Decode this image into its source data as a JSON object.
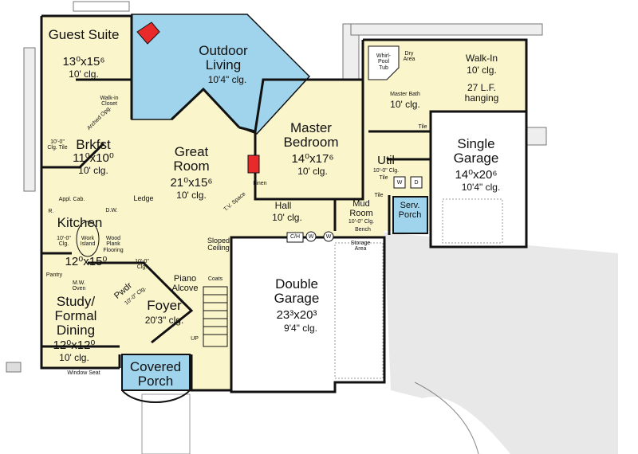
{
  "rooms": {
    "guest_suite": {
      "name": "Guest Suite",
      "dims": "13⁰x15⁶",
      "clg": "10' clg."
    },
    "outdoor_living": {
      "name": "Outdoor Living",
      "clg": "10'4\" clg."
    },
    "brkfst": {
      "name": "Brkfst",
      "dims": "11⁰x10⁰",
      "clg": "10' clg."
    },
    "great_room": {
      "name": "Great Room",
      "dims": "21⁰x15⁶",
      "clg": "10' clg."
    },
    "master_bedroom": {
      "name": "Master Bedroom",
      "dims": "14⁰x17⁶",
      "clg": "10' clg."
    },
    "master_bath": {
      "name": "Master Bath",
      "clg": "10' clg."
    },
    "walk_in": {
      "name": "Walk-In",
      "clg": "10' clg.",
      "note": "27 L.F. hanging"
    },
    "single_garage": {
      "name": "Single Garage",
      "dims": "14⁰x20⁶",
      "clg": "10'4\" clg."
    },
    "util": {
      "name": "Util",
      "clg": "10'-0\" Clg.",
      "note": "Tile"
    },
    "mud_room": {
      "name": "Mud Room",
      "clg": "10'-0\" Clg."
    },
    "serv_porch": {
      "name": "Serv. Porch"
    },
    "hall": {
      "name": "Hall",
      "clg": "10' clg."
    },
    "kitchen": {
      "name": "Kitchen",
      "dims": "12⁰x15⁰",
      "clg": "10'-0\" Clg."
    },
    "study": {
      "name": "Study/ Formal Dining",
      "dims": "12⁰x12⁰",
      "clg": "10' clg."
    },
    "foyer": {
      "name": "Foyer",
      "clg": "20'3\" clg."
    },
    "piano_alcove": {
      "name": "Piano Alcove"
    },
    "pwdr": {
      "name": "Pwdr",
      "clg": "10'-0\" Clg."
    },
    "covered_porch": {
      "name": "Covered Porch"
    },
    "double_garage": {
      "name": "Double Garage",
      "dims": "23³x20³",
      "clg": "9'4\" clg."
    }
  },
  "labels": {
    "walk_in_closet": "Walk-in Closet",
    "arched_opening": "Arched Opg.",
    "guest_bath_clg": "10'-0\" Clg. Tile",
    "whirlpool_tub": "Whirl-Pool Tub",
    "dry_area": "Dry Area",
    "bath_tile": "Tile",
    "mud_tile": "Tile",
    "w": "W",
    "d": "D",
    "linen": "Linen",
    "tv_space": "T.V. Space",
    "ledge": "Ledge",
    "dw": "D.W.",
    "appl_cab": "Appl. Cab.",
    "fridge": "R.",
    "work_island": "Work Island",
    "wood_flooring": "Wood Plank Flooring",
    "pantry": "Pantry",
    "mw_oven": "M.W. Oven",
    "foyer_clg_note": "10'-0\" Clg.",
    "sloped_ceiling": "Sloped Ceiling",
    "coats": "Coats",
    "up": "UP",
    "ch": "C/H",
    "wh1": "W",
    "wh2": "W",
    "storage_area": "Storage Area",
    "bench": "Bench",
    "window_seat": "Window Seat"
  },
  "colors": {
    "cream": "#fbf5cc",
    "blue": "#9fd4ec",
    "fireplace": "#e82a2a",
    "wall": "#111111",
    "drive": "#e6e6e6"
  }
}
